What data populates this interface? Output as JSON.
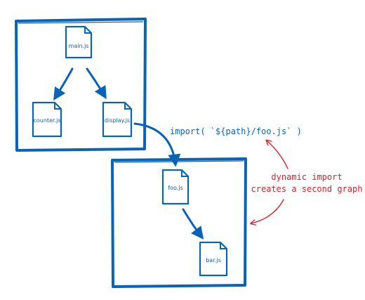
{
  "colors": {
    "primary": "#0b63b5",
    "annotation": "#d9232b",
    "background": "#ffffff"
  },
  "graph_one": {
    "files": {
      "main": "main.js",
      "counter": "counter.js",
      "display": "display.js"
    }
  },
  "graph_two": {
    "files": {
      "foo": "foo.js",
      "bar": "bar.js"
    }
  },
  "import_expression": "import( `${path}/foo.js` )",
  "annotation": {
    "line1": "dynamic import",
    "line2": "creates a second graph"
  }
}
